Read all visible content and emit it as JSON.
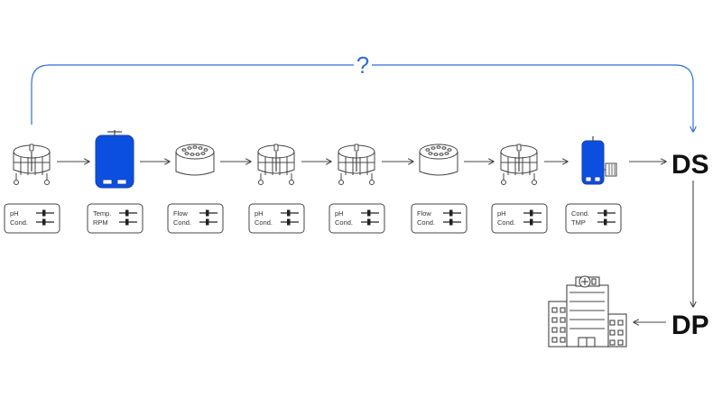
{
  "question_mark": "?",
  "ds_label": "DS",
  "dp_label": "DP",
  "colors": {
    "accent": "#2f6fd6",
    "vessel_fill": "#0b4fe0",
    "stroke": "#444444"
  },
  "stages": [
    {
      "icon": "tank-cage-icon",
      "params": [
        "pH",
        "Cond."
      ]
    },
    {
      "icon": "bioreactor-blue-icon",
      "params": [
        "Temp.",
        "RPM"
      ]
    },
    {
      "icon": "column-cylinder-icon",
      "params": [
        "Flow",
        "Cond."
      ]
    },
    {
      "icon": "tank-cage-icon",
      "params": [
        "pH",
        "Cond."
      ]
    },
    {
      "icon": "tank-cage-icon",
      "params": [
        "pH",
        "Cond."
      ]
    },
    {
      "icon": "column-cylinder-icon",
      "params": [
        "Flow",
        "Cond."
      ]
    },
    {
      "icon": "tank-cage-icon",
      "params": [
        "pH",
        "Cond."
      ]
    },
    {
      "icon": "filtration-vessel-blue-icon",
      "params": [
        "Cond.",
        "TMP"
      ]
    }
  ]
}
